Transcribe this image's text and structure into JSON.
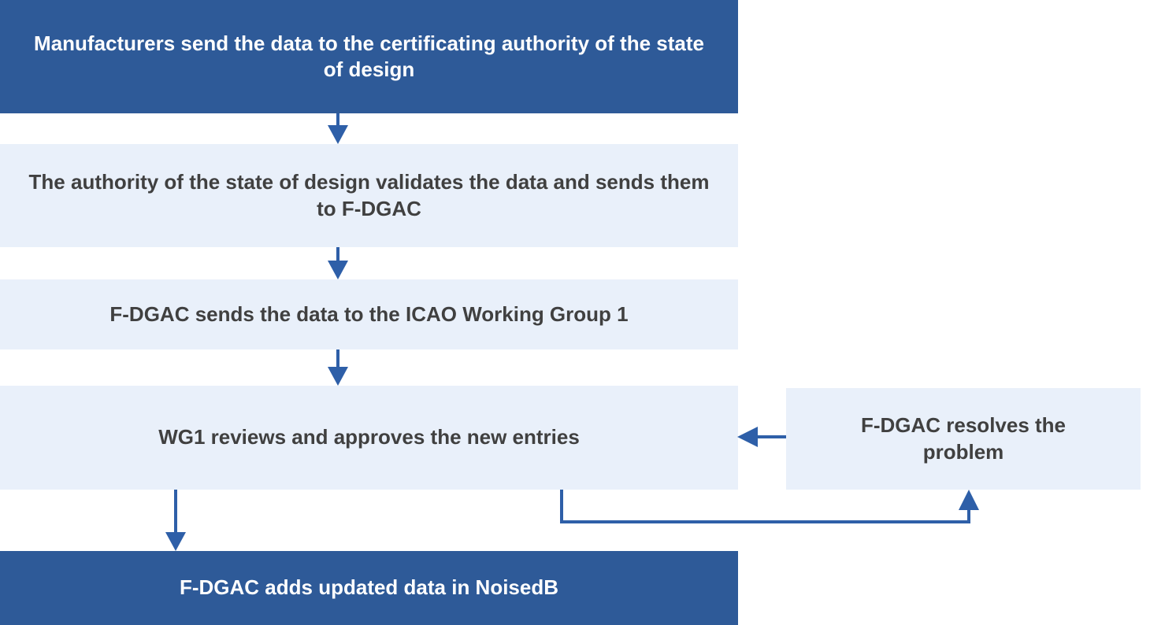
{
  "flowchart": {
    "nodes": [
      {
        "id": "manufacturers-send",
        "label": "Manufacturers send the data to the certificating authority of the state of design",
        "variant": "dark"
      },
      {
        "id": "authority-validates",
        "label": "The authority of the state of design validates the data and sends them to F-DGAC",
        "variant": "light"
      },
      {
        "id": "fdgac-sends-icao",
        "label": "F-DGAC sends the data to the ICAO Working Group 1",
        "variant": "light"
      },
      {
        "id": "wg1-reviews",
        "label": "WG1 reviews and approves the new entries",
        "variant": "light"
      },
      {
        "id": "fdgac-resolves",
        "label": "F-DGAC resolves the problem",
        "variant": "light"
      },
      {
        "id": "fdgac-adds-noisedb",
        "label": "F-DGAC adds updated data in NoisedB",
        "variant": "dark"
      }
    ],
    "connectors": [
      {
        "from": "manufacturers-send",
        "to": "authority-validates",
        "shape": "straight-down"
      },
      {
        "from": "authority-validates",
        "to": "fdgac-sends-icao",
        "shape": "straight-down"
      },
      {
        "from": "fdgac-sends-icao",
        "to": "wg1-reviews",
        "shape": "straight-down"
      },
      {
        "from": "fdgac-resolves",
        "to": "wg1-reviews",
        "shape": "straight-left"
      },
      {
        "from": "wg1-reviews",
        "to": "fdgac-resolves",
        "shape": "elbow-down-right-up"
      },
      {
        "from": "wg1-reviews",
        "to": "fdgac-adds-noisedb",
        "shape": "straight-down"
      }
    ],
    "colors": {
      "dark_box": "#2E5A98",
      "light_box": "#E9F0FA",
      "arrow": "#2E5FA8",
      "dark_box_text": "#FFFFFF",
      "light_box_text": "#404040",
      "background": "#FFFFFF"
    }
  }
}
